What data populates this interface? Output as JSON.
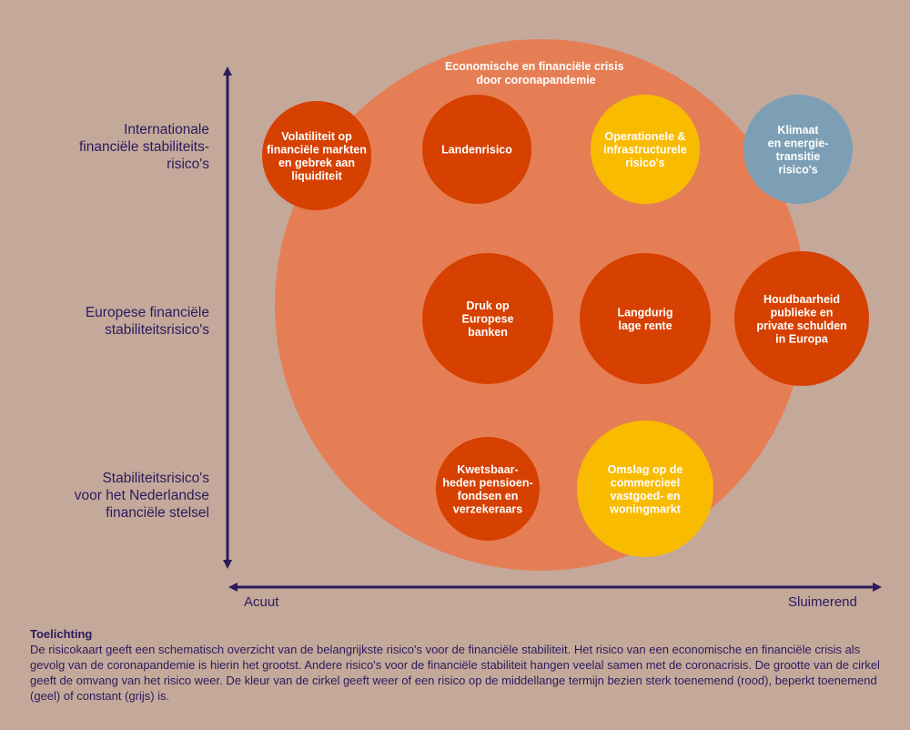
{
  "colors": {
    "background": "#c4a99b",
    "big_circle": "#e57e55",
    "red": "#d64000",
    "yellow": "#f9bb00",
    "grey": "#7c9fb5",
    "axis": "#2b1a5c"
  },
  "big_circle": {
    "label_lines": [
      "Economische en financiële crisis",
      "door coronapandemie"
    ]
  },
  "rows": [
    {
      "label": "Internationale\nfinanciële stabiliteits-\nrisico's"
    },
    {
      "label": "Europese financiële\nstabiliteitsrisico's"
    },
    {
      "label": "Stabiliteitsrisico's\nvoor het Nederlandse\nfinanciële stelsel"
    }
  ],
  "x_axis": {
    "left_label": "Acuut",
    "right_label": "Sluimerend"
  },
  "risks": [
    {
      "id": "volatiliteit",
      "lines": [
        "Volatiliteit op",
        "financiële markten",
        "en gebrek aan",
        "liquiditeit"
      ],
      "color": "red"
    },
    {
      "id": "landenrisico",
      "lines": [
        "Landenrisico"
      ],
      "color": "red"
    },
    {
      "id": "operationele",
      "lines": [
        "Operationele &",
        "infrastructurele",
        "risico's"
      ],
      "color": "yellow"
    },
    {
      "id": "klimaat",
      "lines": [
        "Klimaat",
        "en energie-",
        "transitie",
        "risico's"
      ],
      "color": "grey"
    },
    {
      "id": "druk-europese-banken",
      "lines": [
        "Druk op",
        "Europese",
        "banken"
      ],
      "color": "red"
    },
    {
      "id": "lage-rente",
      "lines": [
        "Langdurig",
        "lage rente"
      ],
      "color": "red"
    },
    {
      "id": "houdbaarheid",
      "lines": [
        "Houdbaarheid",
        "publieke en",
        "private schulden",
        "in Europa"
      ],
      "color": "red"
    },
    {
      "id": "kwetsbaarheden",
      "lines": [
        "Kwetsbaar-",
        "heden pensioen-",
        "fondsen en",
        "verzekeraars"
      ],
      "color": "red"
    },
    {
      "id": "omslag-vastgoed",
      "lines": [
        "Omslag op de",
        "commercieel",
        "vastgoed- en",
        "woningmarkt"
      ],
      "color": "yellow"
    }
  ],
  "explanation": {
    "title": "Toelichting",
    "text": "De risicokaart geeft een schematisch overzicht van de belangrijkste risico's voor de financiële stabiliteit. Het risico van een economische en financiële crisis als gevolg van de coronapandemie is hierin het grootst. Andere risico's voor de financiële stabiliteit hangen veelal samen met de coronacrisis. De grootte van de cirkel geeft de omvang van het risico weer. De kleur van de cirkel geeft weer of een risico op de middellange termijn bezien sterk toenemend (rood), beperkt toenemend (geel) of constant (grijs) is."
  }
}
